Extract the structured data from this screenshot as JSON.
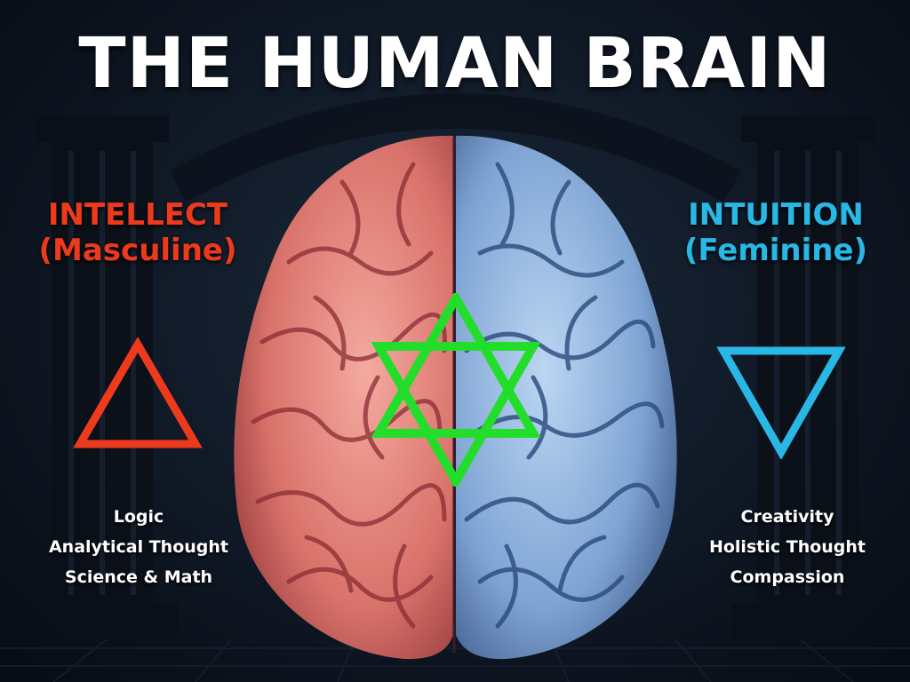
{
  "title": "THE HUMAN BRAIN",
  "left": {
    "heading": "INTELLECT",
    "subheading": "(Masculine)",
    "traits": [
      "Logic",
      "Analytical Thought",
      "Science & Math"
    ]
  },
  "right": {
    "heading": "INTUITION",
    "subheading": "(Feminine)",
    "traits": [
      "Creativity",
      "Holistic Thought",
      "Compassion"
    ]
  },
  "colors": {
    "left_accent": "#ee3a1c",
    "right_accent": "#29b8e6",
    "star": "#22dd2a",
    "title": "#ffffff"
  },
  "icons": {
    "left_symbol": "upward-triangle-icon",
    "right_symbol": "downward-triangle-icon",
    "center_symbol": "hexagram-star-icon"
  }
}
